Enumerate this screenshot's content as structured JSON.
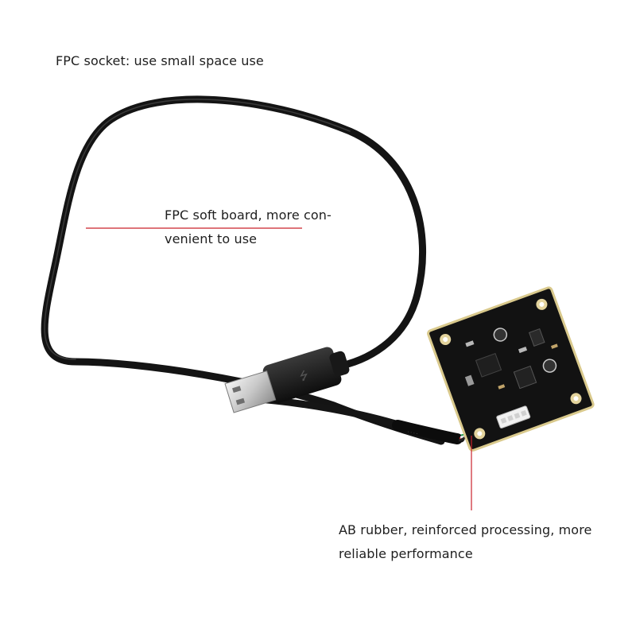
{
  "annotations": {
    "socket": "FPC socket: use small space use",
    "fpc_board": [
      "FPC soft board, more con-",
      "venient to use"
    ],
    "ab_rubber": [
      "AB rubber, reinforced processing, more",
      "reliable performance"
    ]
  },
  "colors": {
    "cable": "#141414",
    "leader_line": "#c9202a",
    "pcb": "#121212",
    "pad_gold": "#d9c98c",
    "wire_red": "#d62a2a",
    "wire_green": "#1f9e4a",
    "wire_white": "#e8e8e8"
  },
  "image": {
    "subject": "usb-camera-module-with-cable"
  }
}
